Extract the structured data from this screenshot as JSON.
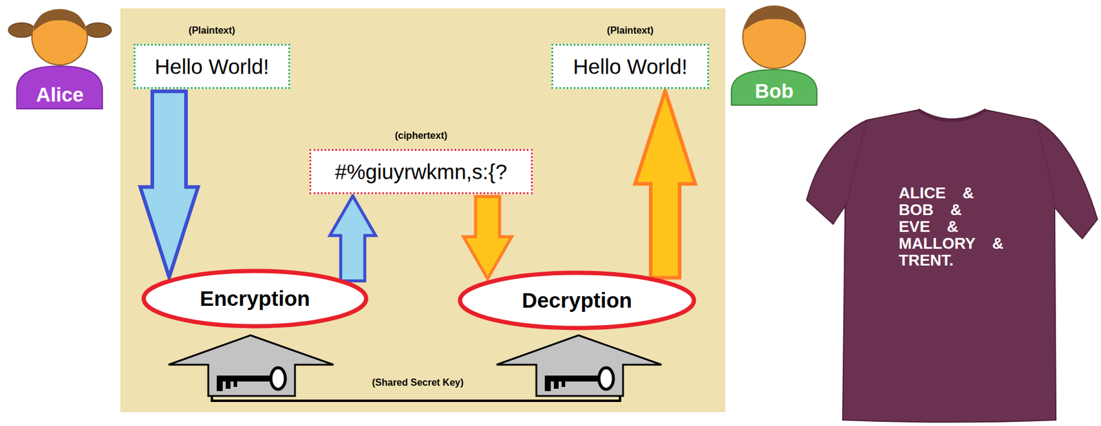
{
  "diagram": {
    "nodes": [
      {
        "text": [
          "Alice"
        ]
      },
      {
        "text": [
          "(Plaintext)",
          "Hello World!"
        ]
      },
      {
        "text": [
          "(ciphertext)",
          "#%giuyrwkmn,s:{?"
        ]
      },
      {
        "text": [
          "(Plaintext)",
          "Hello World!"
        ]
      },
      {
        "text": [
          "Bob"
        ]
      },
      {
        "text": [
          "Encryption"
        ]
      },
      {
        "text": [
          "Decryption"
        ]
      },
      {
        "text": [
          "ALICE & BOB & EVE & MALLORY & TRENT."
        ]
      }
    ],
    "edges": [
      {
        "from": 1,
        "to": 5,
        "arrow": "to"
      },
      {
        "from": 5,
        "to": 2,
        "arrow": "to"
      },
      {
        "from": 2,
        "to": 6,
        "arrow": "to"
      },
      {
        "from": 6,
        "to": 3,
        "arrow": "to"
      }
    ],
    "labels": [
      "(Shared Secret Key)"
    ]
  }
}
